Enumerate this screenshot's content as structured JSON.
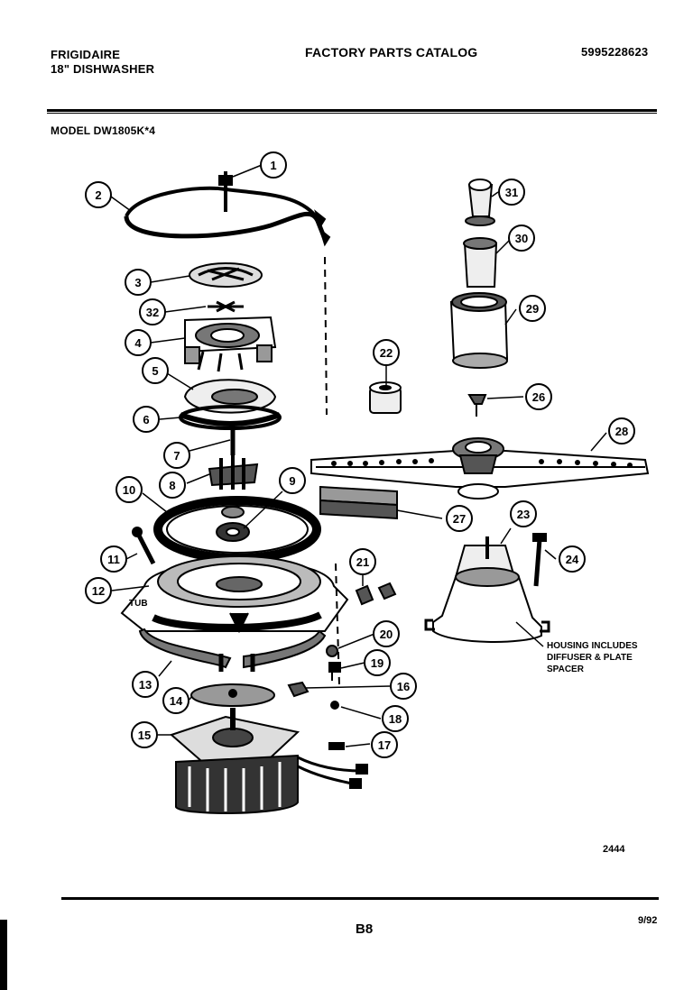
{
  "header": {
    "brand": "FRIGIDAIRE",
    "product": "18\" DISHWASHER",
    "catalog_title": "FACTORY PARTS CATALOG",
    "catalog_number": "5995228623",
    "model": "MODEL DW1805K*4"
  },
  "callouts": [
    {
      "num": "1"
    },
    {
      "num": "2"
    },
    {
      "num": "3"
    },
    {
      "num": "32"
    },
    {
      "num": "4"
    },
    {
      "num": "5"
    },
    {
      "num": "6"
    },
    {
      "num": "7"
    },
    {
      "num": "8"
    },
    {
      "num": "9"
    },
    {
      "num": "10"
    },
    {
      "num": "11"
    },
    {
      "num": "12"
    },
    {
      "num": "13"
    },
    {
      "num": "14"
    },
    {
      "num": "15"
    },
    {
      "num": "16"
    },
    {
      "num": "17"
    },
    {
      "num": "18"
    },
    {
      "num": "19"
    },
    {
      "num": "20"
    },
    {
      "num": "21"
    },
    {
      "num": "22"
    },
    {
      "num": "23"
    },
    {
      "num": "24"
    },
    {
      "num": "26"
    },
    {
      "num": "27"
    },
    {
      "num": "28"
    },
    {
      "num": "29"
    },
    {
      "num": "30"
    },
    {
      "num": "31"
    }
  ],
  "labels": {
    "tub": "TUB",
    "housing_note": [
      "HOUSING INCLUDES",
      "DIFFUSER & PLATE",
      "SPACER"
    ]
  },
  "footer": {
    "drawing_number": "2444",
    "page_number": "B8",
    "revision_date": "9/92"
  },
  "colors": {
    "ink": "#000000",
    "paper": "#ffffff"
  }
}
